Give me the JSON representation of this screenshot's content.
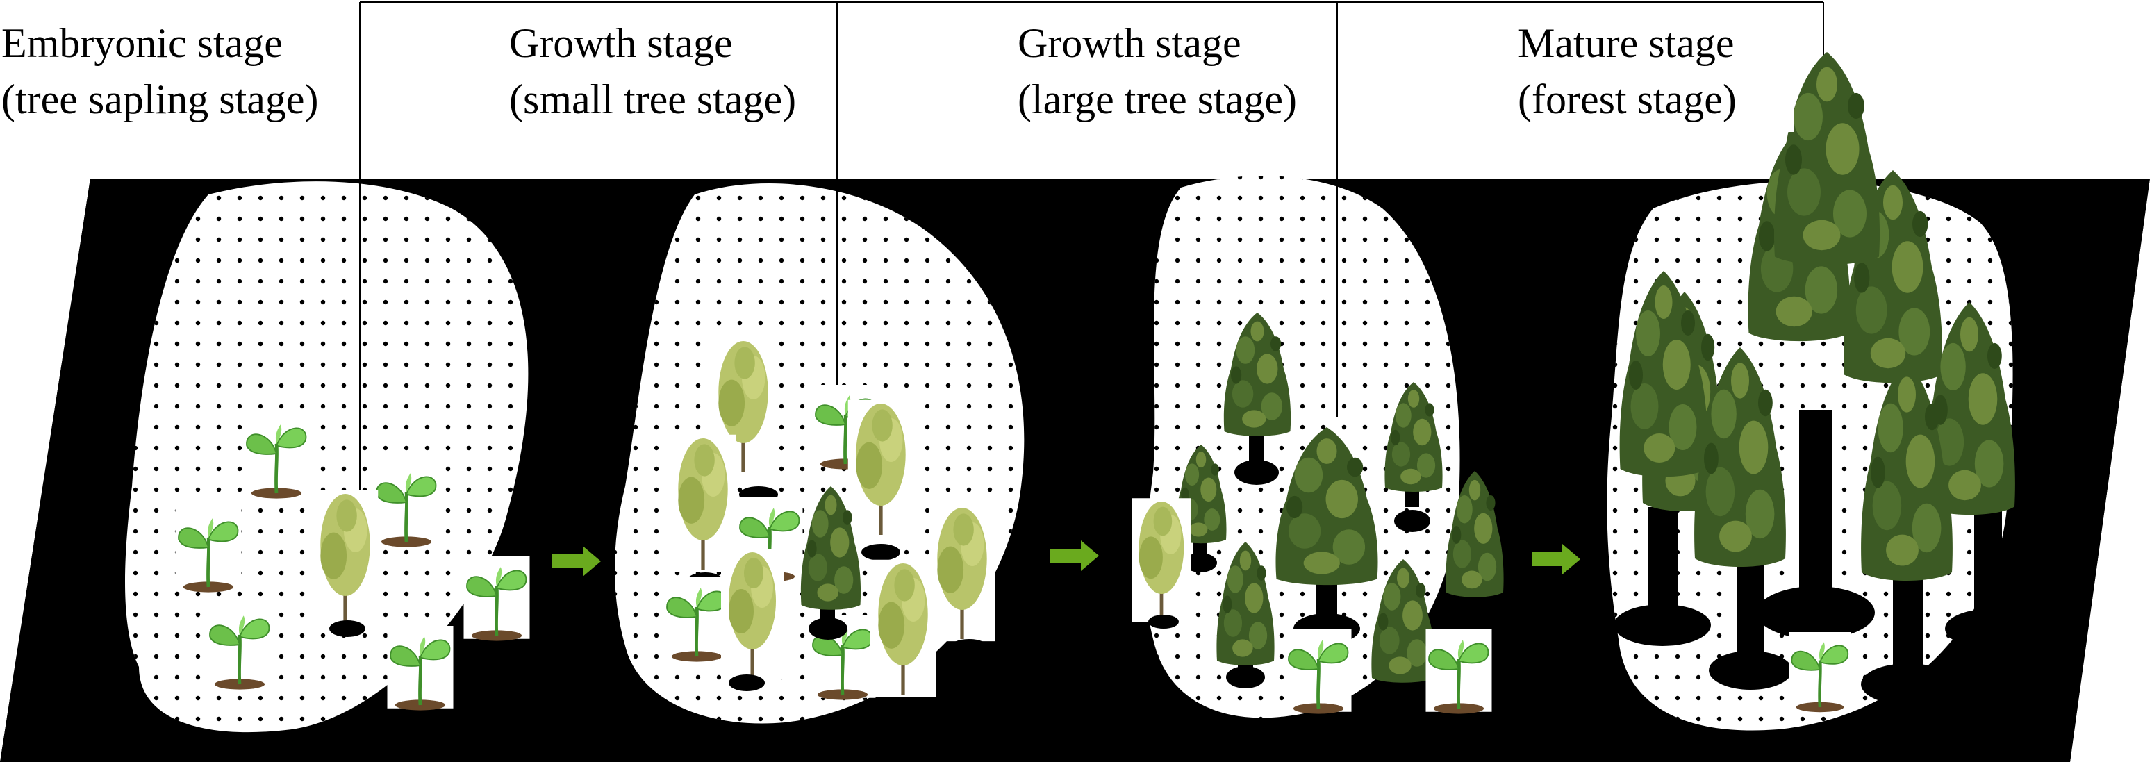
{
  "stages": [
    {
      "title": "Embryonic stage",
      "subtitle": "(tree sapling stage)"
    },
    {
      "title": "Growth stage",
      "subtitle": "(small tree stage)"
    },
    {
      "title": "Growth stage",
      "subtitle": "(large tree stage)"
    },
    {
      "title": "Mature stage",
      "subtitle": "(forest stage)"
    }
  ],
  "colors": {
    "ground": "#000000",
    "patch": "#ffffff",
    "dots": "#000000",
    "arrow": "#6aaa1e",
    "leaf": "#6cc04a",
    "leaf_dark": "#3f8f2a",
    "soil": "#6b4a2b",
    "sapling_leaf": "#b8c46a",
    "sapling_trunk": "#6b5a3a",
    "tree_foliage": "#3c5a24",
    "tree_foliage_light": "#6f8a3c",
    "tree_trunk": "#000000",
    "connector": "#000000"
  },
  "icons": [
    "seedling-icon",
    "sapling-icon",
    "tree-icon",
    "arrow-right-icon"
  ]
}
